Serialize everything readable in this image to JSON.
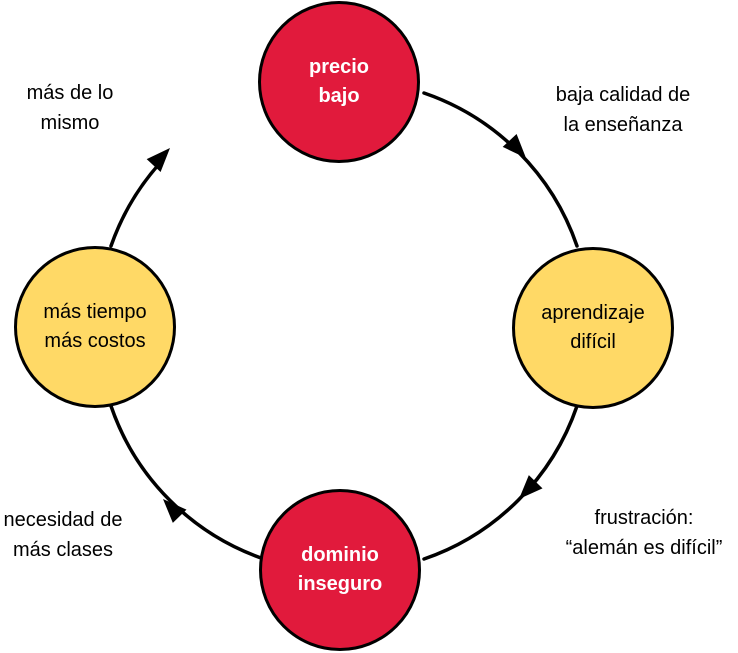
{
  "diagram": {
    "type": "cycle",
    "colors": {
      "node_strong_fill": "#E11A3C",
      "node_strong_text": "#FFFFFF",
      "node_soft_fill": "#FFD966",
      "node_soft_text": "#000000",
      "stroke": "#000000",
      "background": "#FFFFFF"
    },
    "nodes": {
      "top": {
        "line1": "precio",
        "line2": "bajo",
        "fill": "#E11A3C",
        "text_color": "#FFFFFF"
      },
      "right": {
        "line1": "aprendizaje",
        "line2": "difícil",
        "fill": "#FFD966",
        "text_color": "#000000"
      },
      "bottom": {
        "line1": "dominio",
        "line2": "inseguro",
        "fill": "#E11A3C",
        "text_color": "#FFFFFF"
      },
      "left": {
        "line1": "más tiempo",
        "line2": "más costos",
        "fill": "#FFD966",
        "text_color": "#000000"
      }
    },
    "edges": {
      "top_right": {
        "from": "precio bajo",
        "to": "aprendizaje difícil",
        "label_line1": "baja calidad de",
        "label_line2": "la enseñanza"
      },
      "bottom_right": {
        "from": "aprendizaje difícil",
        "to": "dominio inseguro",
        "label_line1": "frustración:",
        "label_line2": "“alemán es difícil”"
      },
      "bottom_left": {
        "from": "dominio inseguro",
        "to": "más tiempo más costos",
        "label_line1": "necesidad de",
        "label_line2": "más clases"
      },
      "top_left": {
        "from": "más tiempo más costos",
        "to": "precio bajo",
        "label_line1": "más de lo",
        "label_line2": "mismo"
      }
    }
  }
}
